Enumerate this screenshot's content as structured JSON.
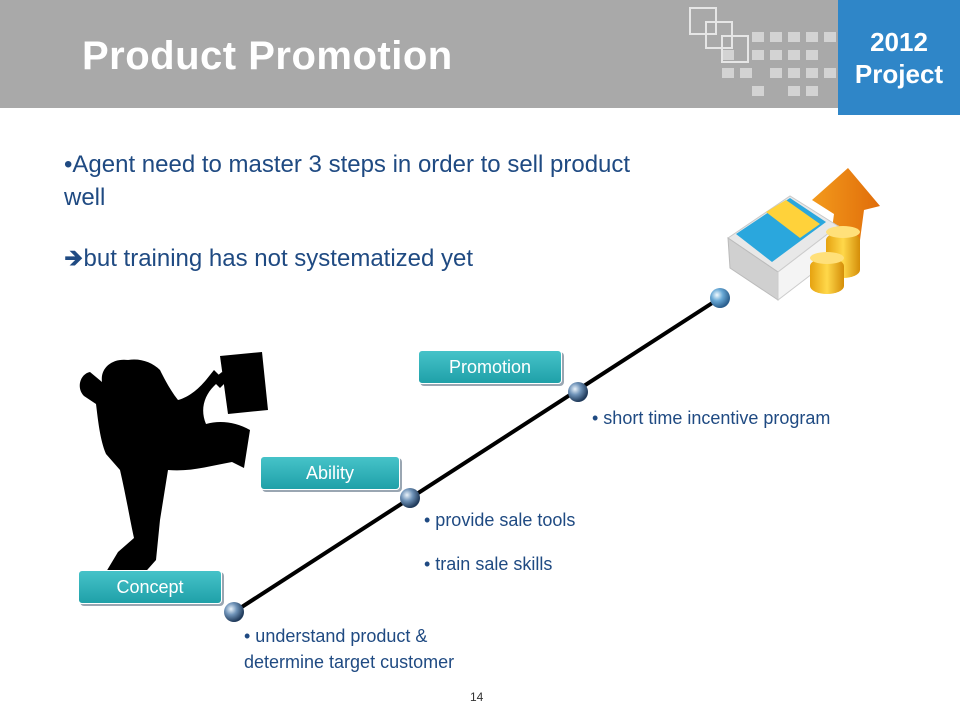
{
  "header": {
    "title": "Product Promotion",
    "badge_year": "2012",
    "badge_label": "Project"
  },
  "bullets": {
    "line1": "•Agent need to master 3 steps in order to sell product well",
    "line2_arrow": "🡺",
    "line2": "but training has not systematized yet"
  },
  "steps": [
    {
      "label": "Concept",
      "details": [
        "• understand product &",
        "determine target customer"
      ]
    },
    {
      "label": "Ability",
      "details": [
        "• provide sale tools",
        "• train sale skills"
      ]
    },
    {
      "label": "Promotion",
      "details": [
        "• short time incentive program"
      ]
    }
  ],
  "page_number": "14",
  "colors": {
    "header_bg": "#a9a9a9",
    "badge_bg": "#2f86c8",
    "step_fill": "#1fa0a8",
    "text_blue": "#1f4a82"
  },
  "icons": [
    "kicking-figure-silhouette-icon",
    "money-stack-icon",
    "growth-arrow-icon"
  ]
}
